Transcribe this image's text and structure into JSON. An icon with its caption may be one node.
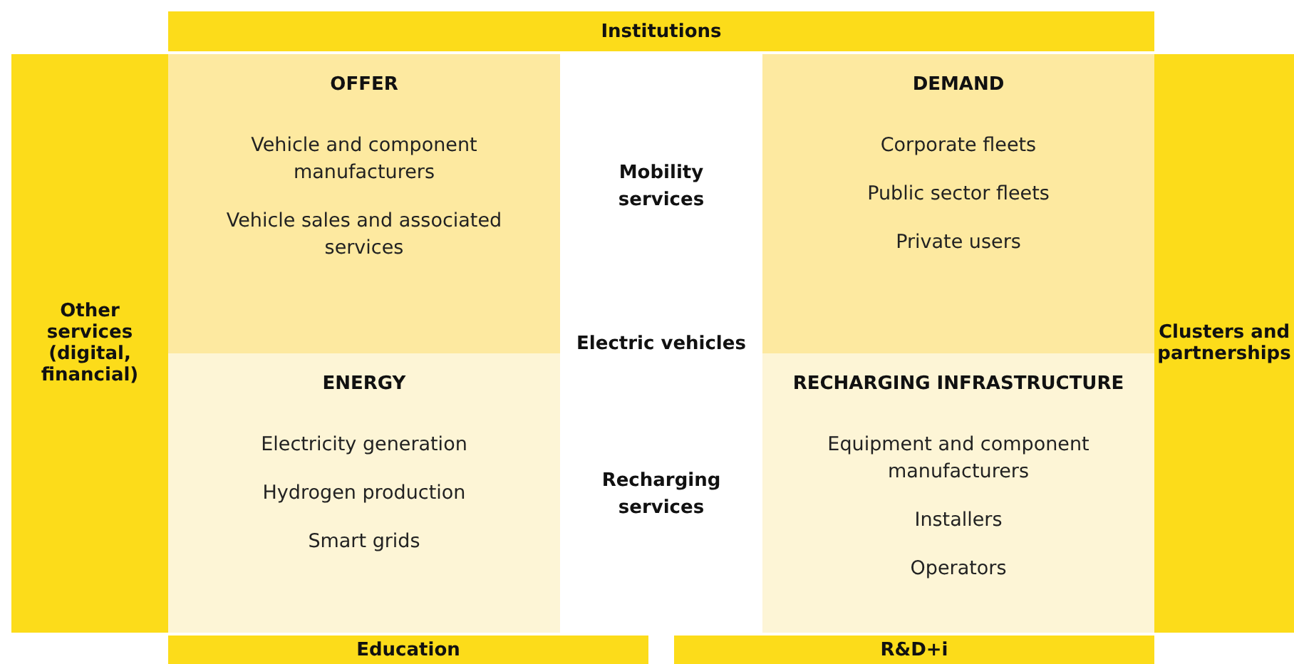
{
  "diagram": {
    "nodes": [
      {
        "text": [
          "Institutions"
        ]
      },
      {
        "text": [
          "Other services (digital, financial)"
        ]
      },
      {
        "text": [
          "OFFER",
          "Vehicle and component manufacturers",
          "Vehicle sales and associated services"
        ]
      },
      {
        "text": [
          "DEMAND",
          "Corporate fleets",
          "Public sector fleets",
          "Private users"
        ]
      },
      {
        "text": [
          "ENERGY",
          "Electricity generation",
          "Hydrogen production",
          "Smart grids"
        ]
      },
      {
        "text": [
          "RECHARGING INFRASTRUCTURE",
          "Equipment and component manufacturers",
          "Installers",
          "Operators"
        ]
      },
      {
        "text": [
          "Clusters and partnerships"
        ]
      },
      {
        "text": [
          "Education"
        ]
      },
      {
        "text": [
          "R&D+i"
        ]
      }
    ],
    "edges": [],
    "labels": [
      "Mobility services",
      "Electric vehicles",
      "Recharging services"
    ]
  }
}
